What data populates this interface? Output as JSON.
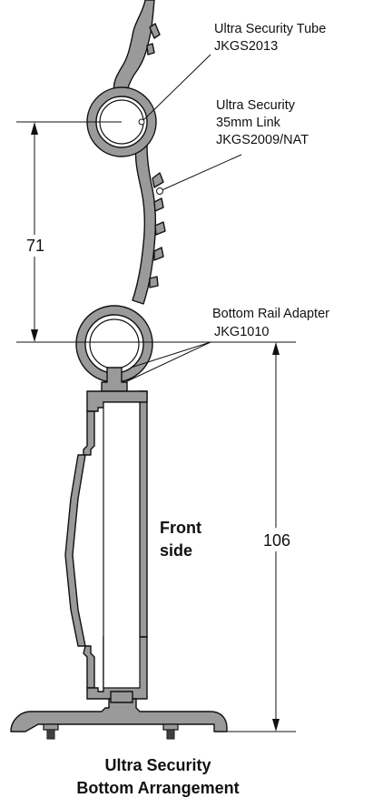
{
  "labels": {
    "tube": [
      "Ultra Security Tube",
      "JKGS2013"
    ],
    "link": [
      "Ultra Security",
      "35mm Link",
      "JKGS2009/NAT"
    ],
    "adapter": [
      "Bottom Rail Adapter",
      "JKG1010"
    ],
    "front": [
      "Front",
      "side"
    ]
  },
  "dimensions": {
    "upper": "71",
    "lower": "106"
  },
  "title": [
    "Ultra Security",
    "Bottom Arrangement"
  ],
  "colors": {
    "metal": "#9a9a9a",
    "line": "#111111",
    "background": "#ffffff"
  }
}
